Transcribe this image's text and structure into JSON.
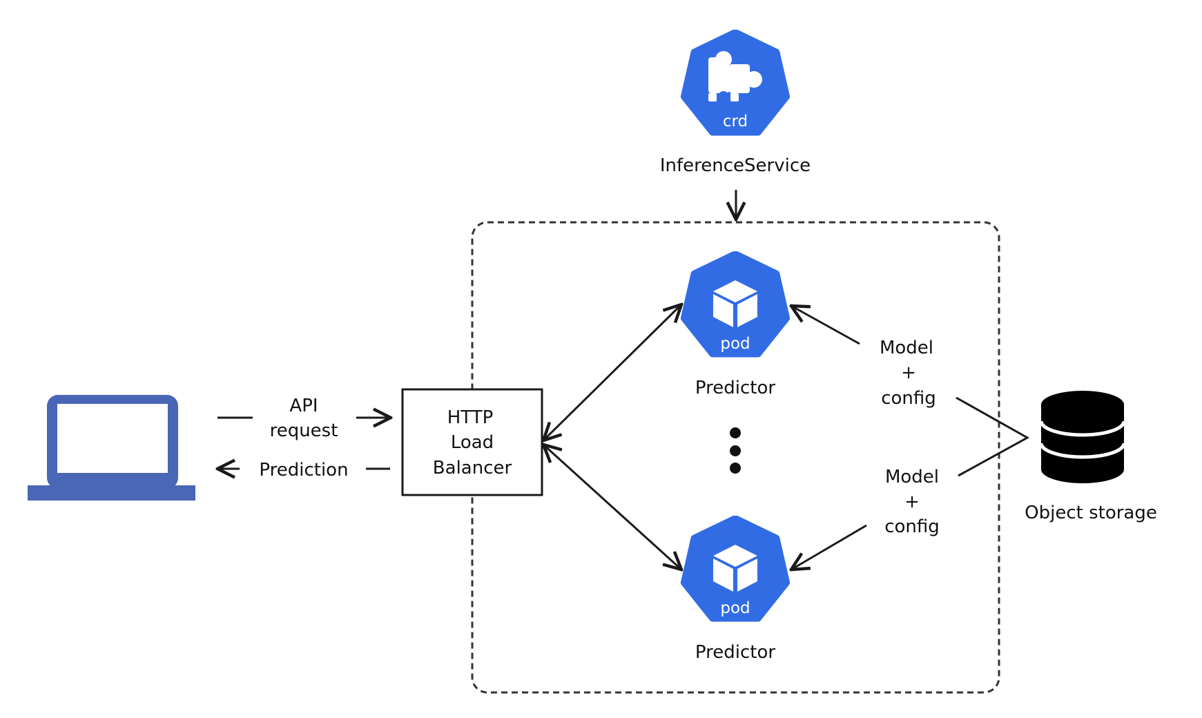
{
  "crd": {
    "icon_text": "crd",
    "label": "InferenceService"
  },
  "client": {
    "request_label_line1": "API",
    "request_label_line2": "request",
    "response_label": "Prediction"
  },
  "load_balancer": {
    "line1": "HTTP",
    "line2": "Load",
    "line3": "Balancer"
  },
  "pods": [
    {
      "icon_text": "pod",
      "label": "Predictor"
    },
    {
      "icon_text": "pod",
      "label": "Predictor"
    }
  ],
  "model_config_top": {
    "line1": "Model",
    "line2": "+",
    "line3": "config"
  },
  "model_config_bottom": {
    "line1": "Model",
    "line2": "+",
    "line3": "config"
  },
  "storage": {
    "label": "Object storage"
  },
  "colors": {
    "k8s_blue": "#326CE5",
    "laptop_blue": "#4A66B6",
    "stroke": "#1a1a1a"
  },
  "icons": {
    "crd": "puzzle-icon",
    "pod": "cube-icon",
    "client": "laptop-icon",
    "storage": "database-icon"
  }
}
